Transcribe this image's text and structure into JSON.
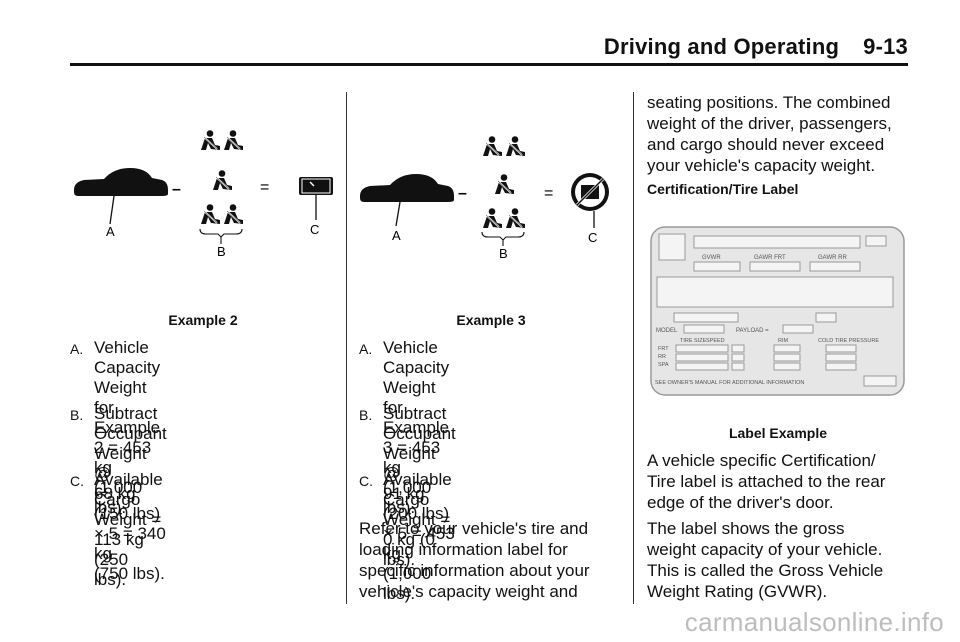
{
  "header": {
    "title": "Driving and Operating",
    "page": "9-13"
  },
  "col1": {
    "diagram": {
      "letter_a": "A",
      "letter_b": "B",
      "letter_c": "C",
      "minus": "–",
      "equals": "=",
      "icon": "cargo-box-icon"
    },
    "caption": "Example 2",
    "items": [
      {
        "label": "A.",
        "lines": [
          "Vehicle Capacity Weight for",
          "Example 2 = 453 kg",
          "(1,000 lbs)."
        ]
      },
      {
        "label": "B.",
        "lines": [
          "Subtract Occupant Weight @",
          "68 kg (150 lbs) × 5 = 340 kg",
          "(750 lbs)."
        ]
      },
      {
        "label": "C.",
        "lines": [
          "Available Cargo Weight =",
          "113 kg (250 lbs)."
        ]
      }
    ]
  },
  "col2": {
    "diagram": {
      "letter_a": "A",
      "letter_b": "B",
      "letter_c": "C",
      "minus": "–",
      "equals": "=",
      "icon": "no-cargo-icon"
    },
    "caption": "Example 3",
    "items": [
      {
        "label": "A.",
        "lines": [
          "Vehicle Capacity Weight for",
          "Example 3 = 453 kg",
          "(1,000 lbs)."
        ]
      },
      {
        "label": "B.",
        "lines": [
          "Subtract Occupant Weight @",
          "91 kg (200 lbs) × 5 = 453 kg",
          "(1,000 lbs)."
        ]
      },
      {
        "label": "C.",
        "lines": [
          "Available Cargo Weight =",
          "0 kg (0 lbs)."
        ]
      }
    ],
    "paragraph": [
      "Refer to your vehicle's tire and",
      "loading information label for",
      "specific information about your",
      "vehicle's capacity weight and"
    ]
  },
  "col3": {
    "intro": [
      "seating positions. The combined",
      "weight of the driver, passengers,",
      "and cargo should never exceed",
      "your vehicle's capacity weight."
    ],
    "subhead": "Certification/Tire Label",
    "label_image": {
      "gvwr": "GVWR",
      "gawr_frt": "GAWR FRT",
      "gawr_rr": "GAWR RR",
      "model": "MODEL",
      "payload": "PAYLOAD =",
      "tire_size": "TIRE SIZE",
      "speed": "SPEED",
      "rim": "RIM",
      "cold_tire": "COLD TIRE PRESSURE",
      "frt": "FRT",
      "rr": "RR",
      "spa": "SPA",
      "footer": "SEE OWNER'S MANUAL FOR ADDITIONAL INFORMATION"
    },
    "caption": "Label Example",
    "para1": [
      "A vehicle specific Certification/",
      "Tire label is attached to the rear",
      "edge of the driver's door."
    ],
    "para2": [
      "The label shows the gross",
      "weight capacity of your vehicle.",
      "This is called the Gross Vehicle",
      "Weight Rating (GVWR)."
    ]
  },
  "watermark": "carmanualsonline.info"
}
